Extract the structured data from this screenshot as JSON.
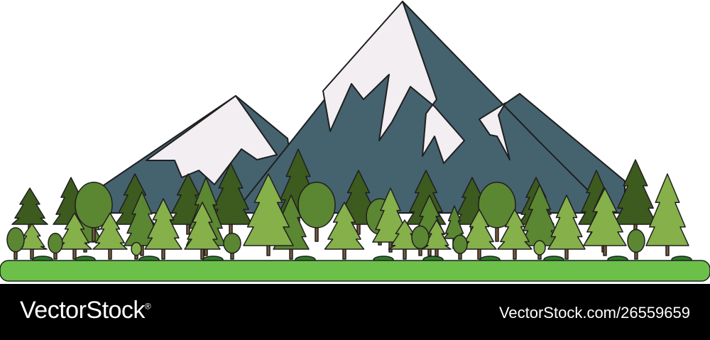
{
  "illustration": {
    "subject": "snowy-mountains-with-pine-forest",
    "colors": {
      "mountain": "#45626f",
      "snow": "#f3eef2",
      "outline": "#1f1f1f",
      "tree_dark": "#3d5a1f",
      "tree_mid": "#5b8632",
      "tree_light": "#86b04a",
      "trunk": "#7a5a3a",
      "ground": "#6cc04a",
      "bush": "#2e7a2a"
    }
  },
  "footer": {
    "brand": "VectorStock",
    "registered_mark": "®",
    "image_id": "VectorStock.com/26559659",
    "background": "#000000",
    "text_color": "#ffffff"
  }
}
